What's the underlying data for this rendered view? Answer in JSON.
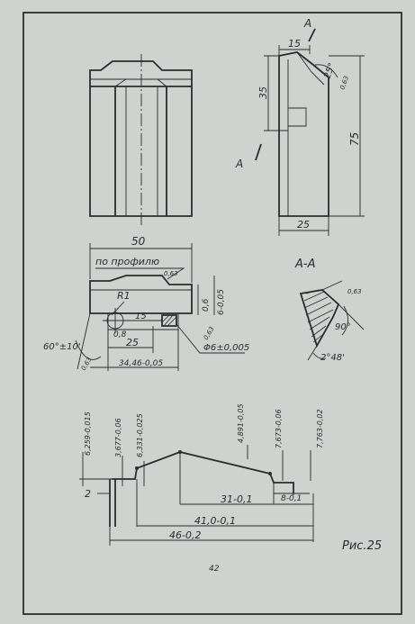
{
  "labels": {
    "section_mark": "А",
    "dim_15_top": "15",
    "dim_35": "35",
    "dim_75": "75",
    "dim_25_side": "25",
    "angle_25": "25°",
    "rough_side": "0,63",
    "dim_50": "50",
    "profile_note": "по профилю",
    "rough_profile": "0,63",
    "radius": "R1",
    "dim_06": "0,6",
    "dim_6": "6-0,05",
    "dim_15_mid": "15",
    "dim_08": "0,8",
    "dim_25_mid": "25",
    "dim_3446": "34,46-0,05",
    "angle_60": "60°±10'",
    "rough_left": "0,63",
    "dia_6": "Φ6±0,005",
    "rough_small": "0,63",
    "section_title": "А-А",
    "rough_section": "0,63",
    "angle_90": "90°",
    "angle_248": "2°48'",
    "dim_6259": "6,259-0,015",
    "dim_3677": "3,677-0,06",
    "dim_6331": "6,331-0,025",
    "dim_4891": "4,891-0,05",
    "dim_7673": "7,673-0,06",
    "dim_7763": "7,763-0,02",
    "dim_2": "2",
    "dim_31": "31-0,1",
    "dim_8": "8-0,1",
    "dim_41": "41,0-0,1",
    "dim_46": "46-0,2",
    "figure_caption": "Рис.25",
    "page_number": "42"
  },
  "colors": {
    "paper": "#cfd2cf",
    "ink": "#2a2c2e"
  }
}
